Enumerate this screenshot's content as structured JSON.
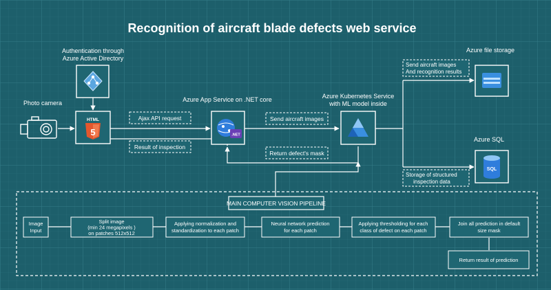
{
  "title": "Recognition of aircraft blade defects web service",
  "nodes": {
    "camera": {
      "label": "Photo camera",
      "icon": "camera-icon"
    },
    "auth": {
      "label_lines": [
        "Authentication through",
        "Azure Active Directory"
      ],
      "icon": "azure-ad-icon"
    },
    "html5": {
      "badge": "HTML",
      "digit": "5",
      "icon": "html5-icon"
    },
    "app_service": {
      "label": "Azure App Service on .NET core",
      "badge": ".NET",
      "icon": "azure-app-service-icon"
    },
    "aks": {
      "label_lines": [
        "Azure Kubernetes Service",
        "with ML model inside"
      ],
      "icon": "kubernetes-ml-icon"
    },
    "file_storage": {
      "label": "Azure file storage",
      "icon": "storage-icon"
    },
    "sql": {
      "label": "Azure SQL",
      "badge": "SQL",
      "icon": "database-icon"
    }
  },
  "edges": {
    "ajax": "Ajax API request",
    "result_inspection": "Result of inspection",
    "send_images": "Send aircraft images",
    "return_mask": "Return defect's mask",
    "send_storage_lines": [
      "Send aircraft images",
      "And recognition results"
    ],
    "storage_sql_lines": [
      "Storage of structured",
      "inspection data"
    ]
  },
  "pipeline": {
    "title": "MAIN COMPUTER VISION PIPELINE",
    "steps": [
      {
        "lines": [
          "Image",
          "Input"
        ]
      },
      {
        "lines": [
          "Split image",
          "(min 24 megapixels )",
          "on patches 512x512"
        ]
      },
      {
        "lines": [
          "Applying normalization and",
          "standardization to each patch"
        ]
      },
      {
        "lines": [
          "Neural network prediction",
          "for each patch"
        ]
      },
      {
        "lines": [
          "Applying thresholding for each",
          "class of defect on each patch"
        ]
      },
      {
        "lines": [
          "Join all prediction in default",
          "size mask"
        ]
      }
    ],
    "final": "Return result of prediction"
  },
  "colors": {
    "background": "#1d5f6b",
    "grid": "#2d7581",
    "line": "#ffffff",
    "box_fill": "#1f6672"
  }
}
